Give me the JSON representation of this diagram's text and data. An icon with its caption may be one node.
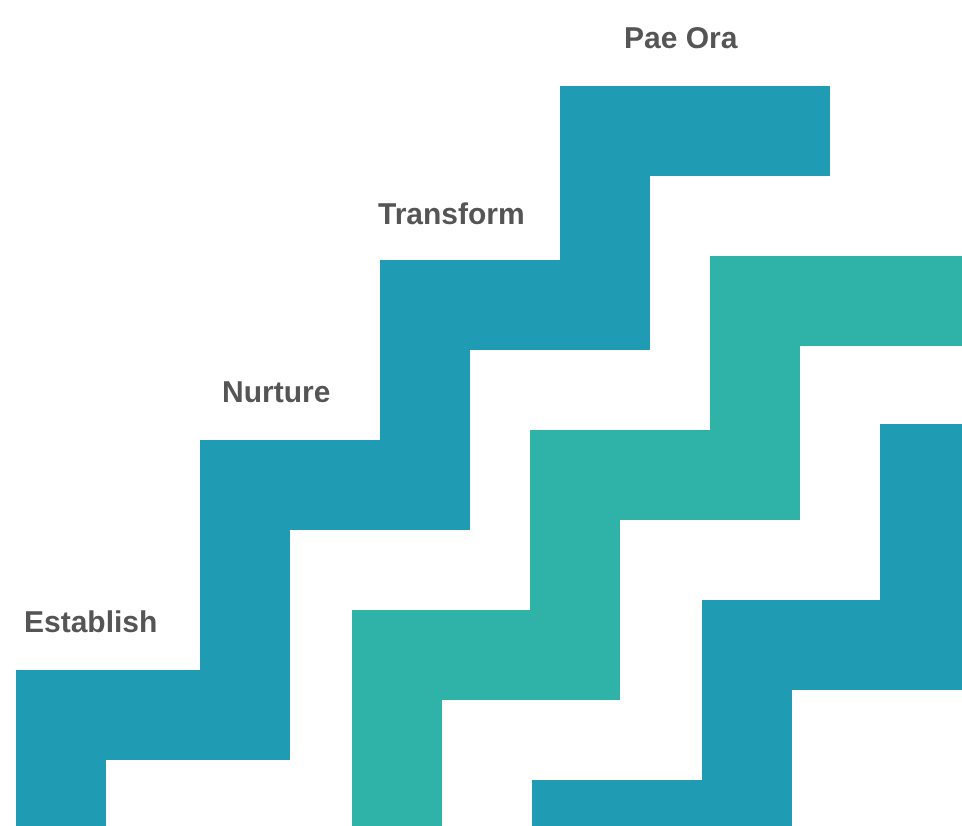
{
  "diagram": {
    "labels": [
      "Establish",
      "Nurture",
      "Transform",
      "Pae Ora"
    ]
  }
}
